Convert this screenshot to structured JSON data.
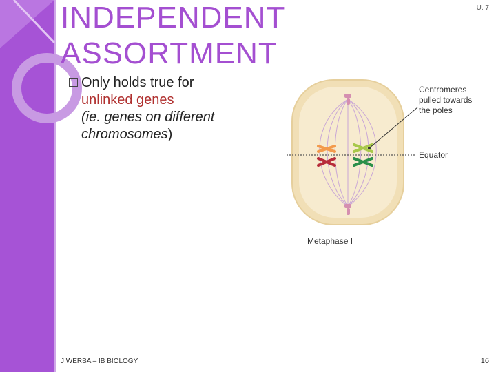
{
  "slide": {
    "title_line1": "INDEPENDENT",
    "title_line2": "ASSORTMENT",
    "ref": "U. 7",
    "bullet": {
      "part1": "Only holds true for",
      "part2": "unlinked genes",
      "part3": "(ie. genes on different",
      "part4": "chromosomes",
      "part5": ")"
    },
    "footer_left": "J WERBA – IB BIOLOGY",
    "page_number": "16"
  },
  "figure": {
    "label_centromeres_1": "Centromeres",
    "label_centromeres_2": "pulled towards",
    "label_centromeres_3": "the poles",
    "label_equator": "Equator",
    "label_caption": "Metaphase I"
  },
  "colors": {
    "sidebar": "#a653d6",
    "title": "#a44fd1",
    "emphasis": "#b0302f"
  }
}
